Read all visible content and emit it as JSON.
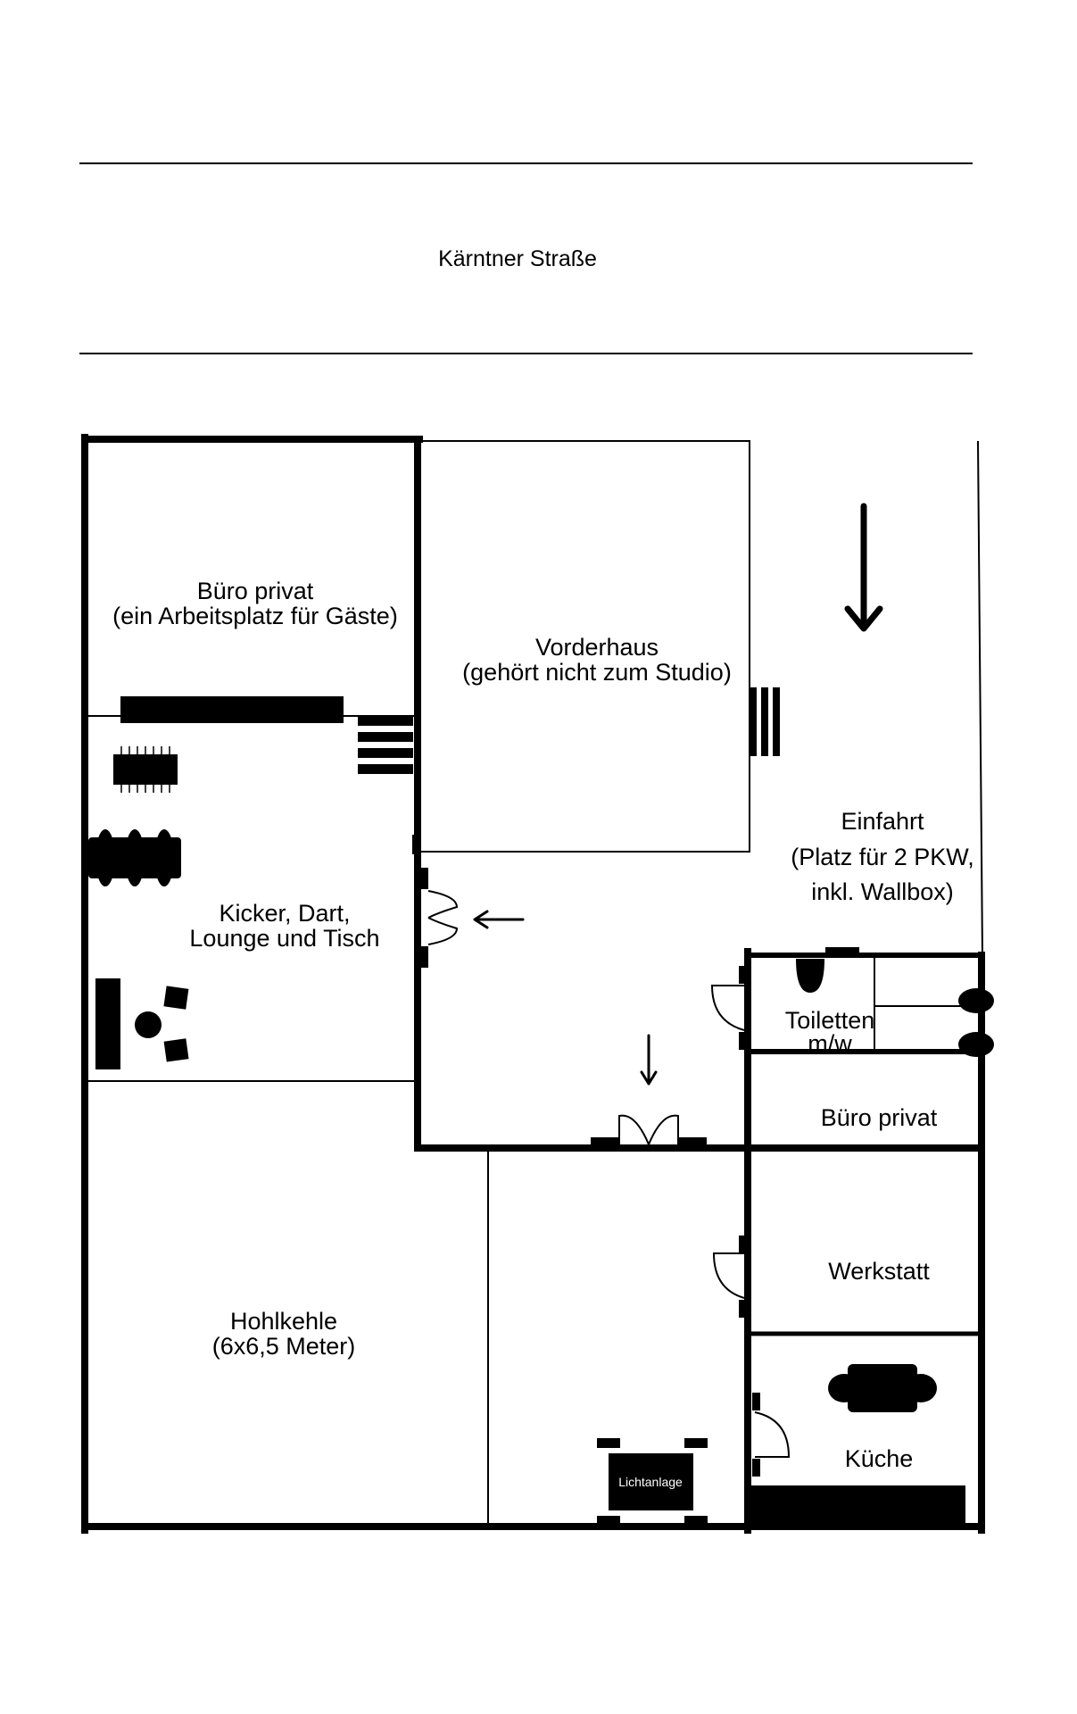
{
  "street": {
    "name": "Kärntner Straße"
  },
  "rooms": {
    "buero_privat_top": {
      "line1": "Büro privat",
      "line2": "(ein Arbeitsplatz für Gäste)"
    },
    "vorderhaus": {
      "line1": "Vorderhaus",
      "line2": "(gehört nicht zum Studio)"
    },
    "einfahrt": {
      "line1": "Einfahrt",
      "line2": "(Platz für 2 PKW,",
      "line3": "inkl. Wallbox)"
    },
    "kicker": {
      "line1": "Kicker, Dart,",
      "line2": "Lounge und Tisch"
    },
    "toiletten": {
      "line1": "Toiletten",
      "line2": "m/w"
    },
    "buero_privat_right": {
      "line1": "Büro privat"
    },
    "werkstatt": {
      "line1": "Werkstatt"
    },
    "hohlkehle": {
      "line1": "Hohlkehle",
      "line2": "(6x6,5 Meter)"
    },
    "kueche": {
      "line1": "Küche"
    },
    "lichtanlage": {
      "line1": "Lichtanlage"
    }
  },
  "colors": {
    "wall": "#000000",
    "background": "#ffffff"
  }
}
